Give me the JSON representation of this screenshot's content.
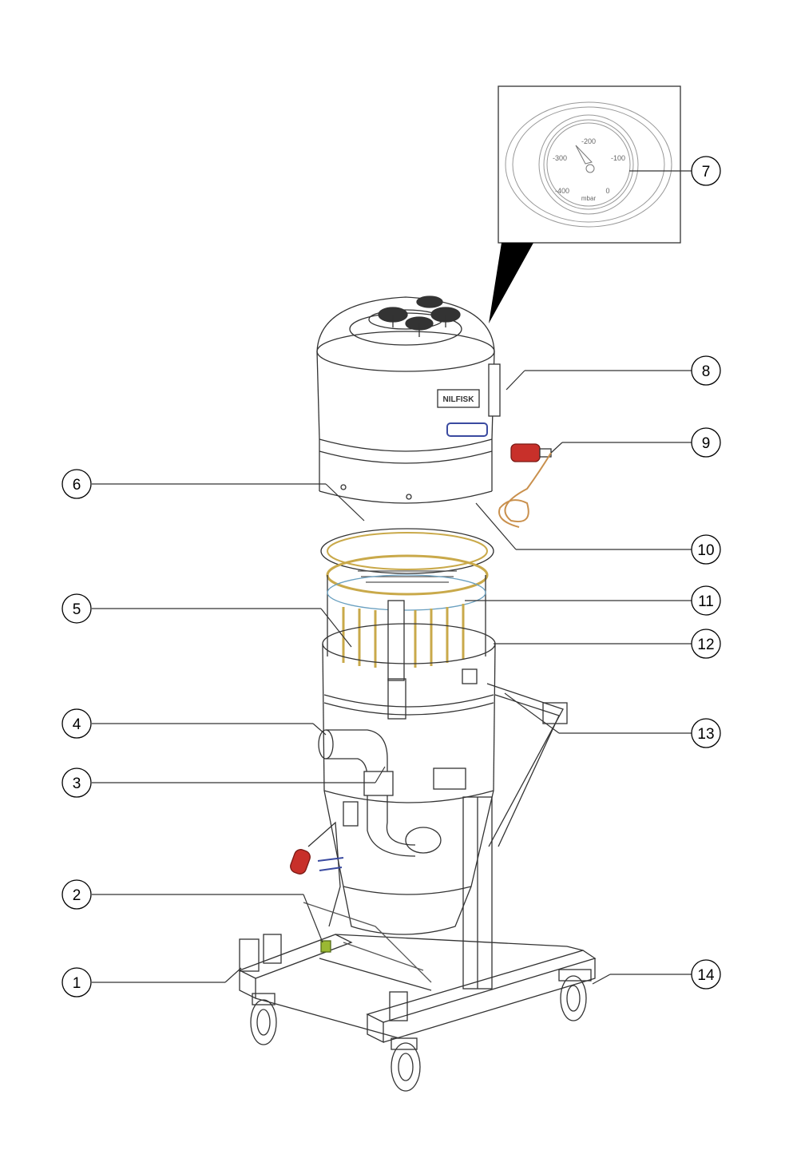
{
  "gauge": {
    "ticks": [
      "-400",
      "-300",
      "-200",
      "-100",
      "0"
    ],
    "unit": "mbar",
    "needle_value": -250
  },
  "nameplate_text": "NILFISK",
  "callouts": [
    "1",
    "2",
    "3",
    "4",
    "5",
    "6",
    "7",
    "8",
    "9",
    "10",
    "11",
    "12",
    "13",
    "14"
  ],
  "colors": {
    "line": "#333333",
    "plug_red": "#c8302a",
    "cable": "#c9904d",
    "filter_gold": "#c9a94a",
    "clamp_green": "#9ab832",
    "handle_blue": "#3a4aa0"
  }
}
